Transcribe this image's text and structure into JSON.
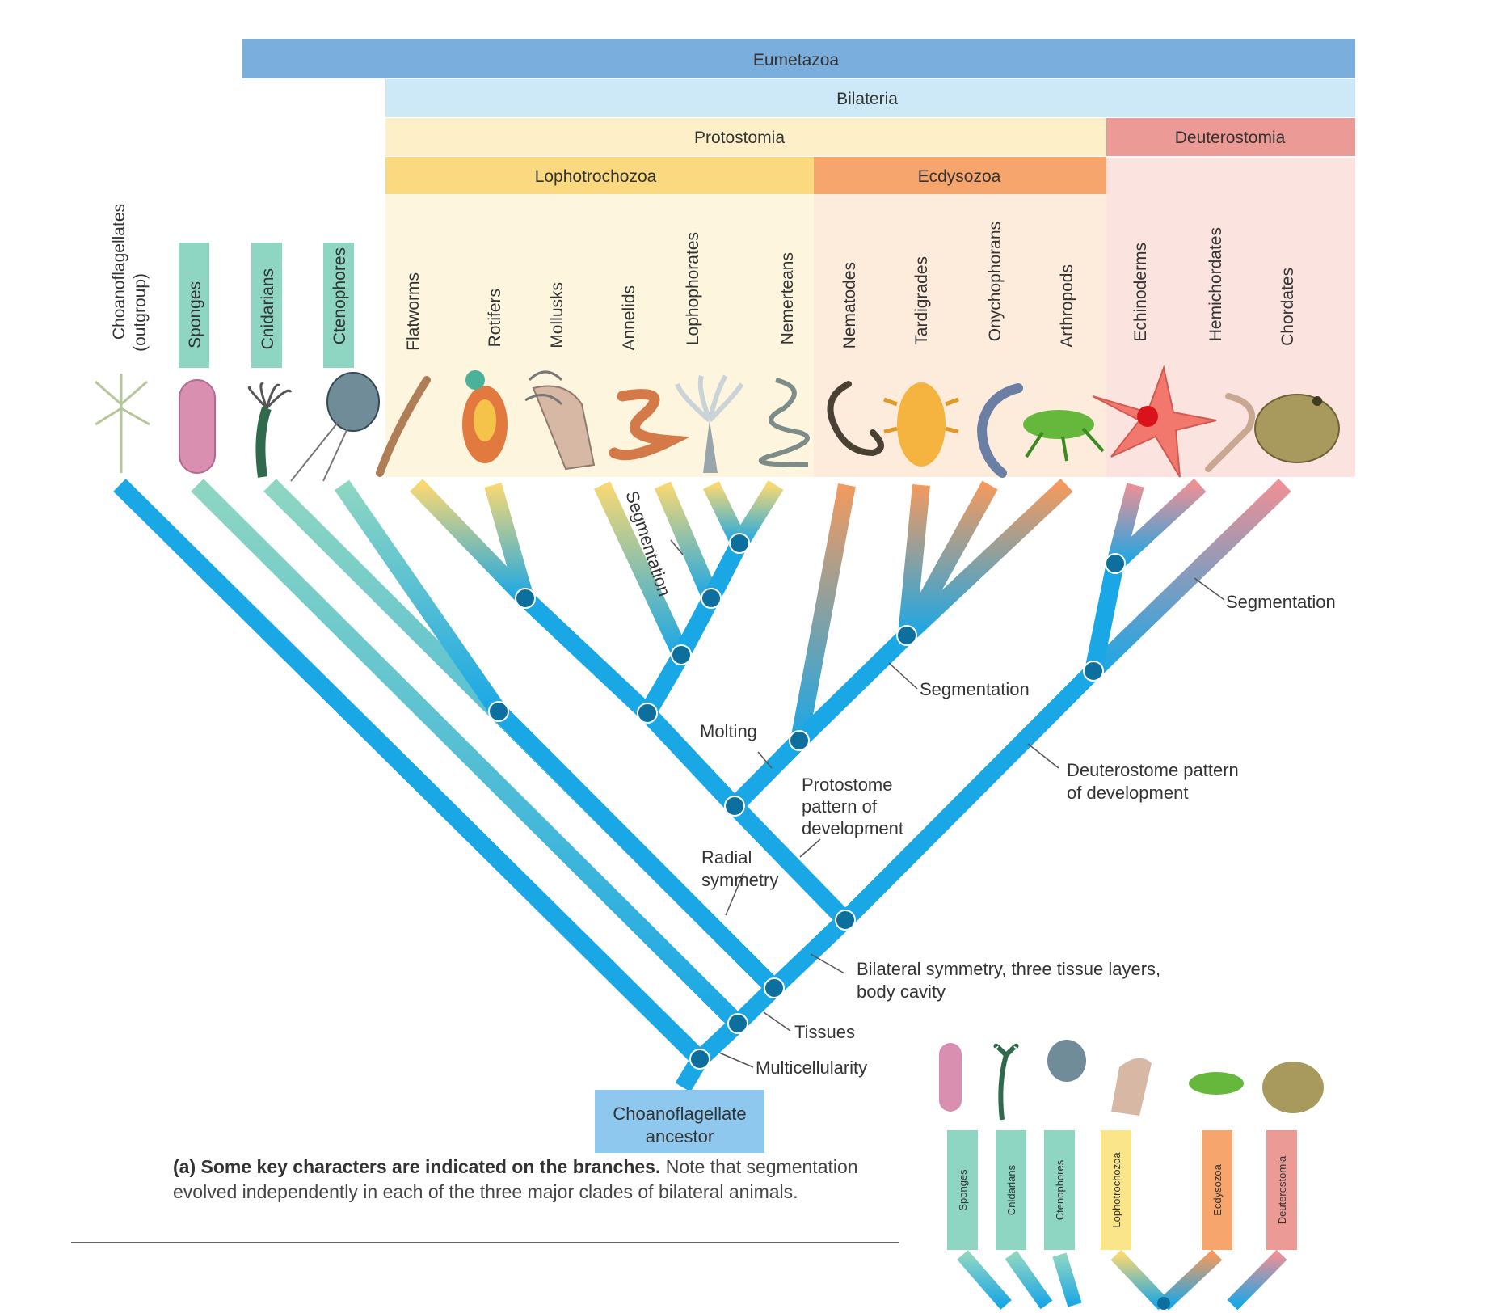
{
  "clades": {
    "eumetazoa": "Eumetazoa",
    "bilateria": "Bilateria",
    "protostomia": "Protostomia",
    "deuterostomia": "Deuterostomia",
    "lophotrochozoa": "Lophotrochozoa",
    "ecdysozoa": "Ecdysozoa"
  },
  "taxa": {
    "choanoflagellates_1": "Choanoflagellates",
    "choanoflagellates_2": "(outgroup)",
    "sponges": "Sponges",
    "cnidarians": "Cnidarians",
    "ctenophores": "Ctenophores",
    "flatworms": "Flatworms",
    "rotifers": "Rotifers",
    "mollusks": "Mollusks",
    "annelids": "Annelids",
    "lophophorates": "Lophophorates",
    "nemerteans": "Nemerteans",
    "nematodes": "Nematodes",
    "tardigrades": "Tardigrades",
    "onychophorans": "Onychophorans",
    "arthropods": "Arthropods",
    "echinoderms": "Echinoderms",
    "hemichordates": "Hemichordates",
    "chordates": "Chordates"
  },
  "characters": {
    "segmentation_lopho": "Segmentation",
    "segmentation_deut": "Segmentation",
    "segmentation_ecdy": "Segmentation",
    "molting": "Molting",
    "protostome_1": "Protostome",
    "protostome_2": "pattern of",
    "protostome_3": "development",
    "deuterostome_1": "Deuterostome pattern",
    "deuterostome_2": "of development",
    "radial_1": "Radial",
    "radial_2": "symmetry",
    "bilateral_1": "Bilateral symmetry, three tissue layers,",
    "bilateral_2": "body cavity",
    "tissues": "Tissues",
    "multicellularity": "Multicellularity"
  },
  "root": {
    "line1": "Choanoflagellate",
    "line2": "ancestor"
  },
  "caption": {
    "bold": "(a) Some key characters are indicated on the branches.",
    "rest": "Note that segmentation evolved independently in each of the three major clades of bilateral animals."
  },
  "inset": {
    "sponges": "Sponges",
    "cnidarians": "Cnidarians",
    "ctenophores": "Ctenophores",
    "lophotrochozoa": "Lophotrochozoa",
    "ecdysozoa": "Ecdysozoa",
    "deuterostomia": "Deuterostomia"
  },
  "colors": {
    "branch": "#1aa7e6",
    "node": "#0d6f9e",
    "eumetazoa": "#7aaedd",
    "bilateria": "#cde9f7",
    "protostomia": "#fdf0c8",
    "deuterostomia": "#ec9a95",
    "lophotrochozoa": "#fbd980",
    "ecdysozoa": "#f6a56d",
    "outgroup_box": "#8fd6c2"
  }
}
